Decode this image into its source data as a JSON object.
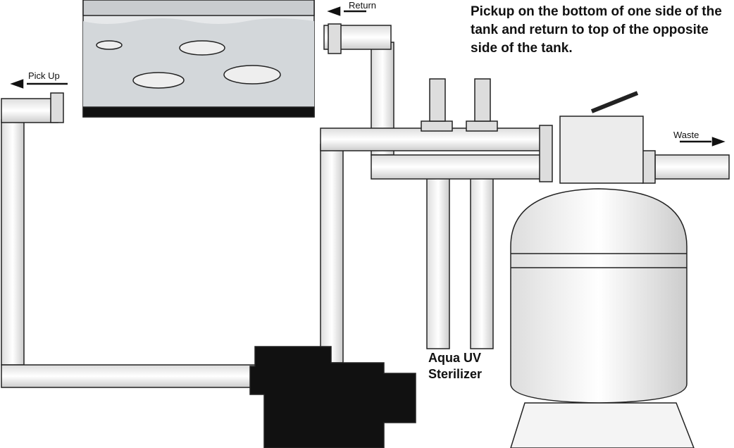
{
  "labels": {
    "return": "Return",
    "pick_up": "Pick Up",
    "waste": "Waste",
    "uv_line1": "Aqua UV",
    "uv_line2": "Sterilizer"
  },
  "note": "Pickup on the bottom of one side of the tank and return to top of the opposite side of the tank.",
  "colors": {
    "pipe": "#f2f2f2",
    "outline": "#222222",
    "water": "#d9dde0",
    "pump": "#111111"
  }
}
